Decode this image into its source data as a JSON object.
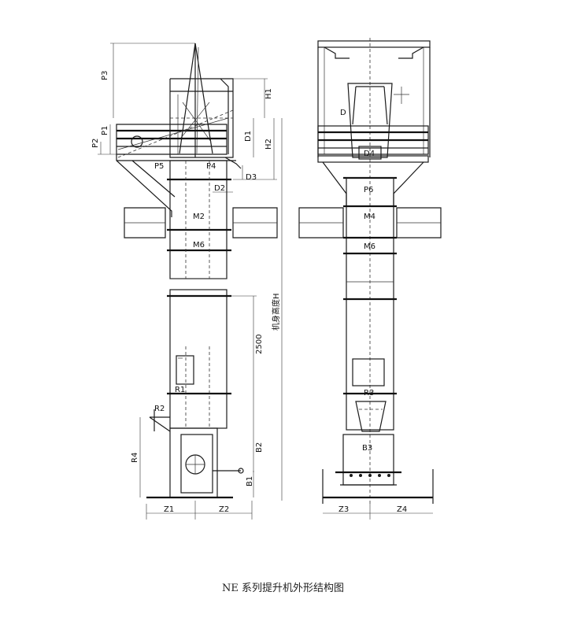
{
  "caption": "NE 系列提升机外形结构图",
  "side_view": {
    "labels": {
      "P3": "P3",
      "P1": "P1",
      "P2": "P2",
      "P5": "P5",
      "P4": "P4",
      "H1": "H1",
      "H2": "H2",
      "D1": "D1",
      "D2": "D2",
      "D3": "D3",
      "M2": "M2",
      "M6": "M6",
      "R1": "R1",
      "R2": "R2",
      "R4": "R4",
      "B1": "B1",
      "B2": "B2",
      "Z1": "Z1",
      "Z2": "Z2",
      "dim_2500": "2500",
      "height": "机身高度H"
    }
  },
  "front_view": {
    "labels": {
      "D": "D",
      "D4": "D4",
      "P6": "P6",
      "M4": "M4",
      "M6": "M6",
      "R3": "R3",
      "B3": "B3",
      "Z3": "Z3",
      "Z4": "Z4"
    }
  }
}
